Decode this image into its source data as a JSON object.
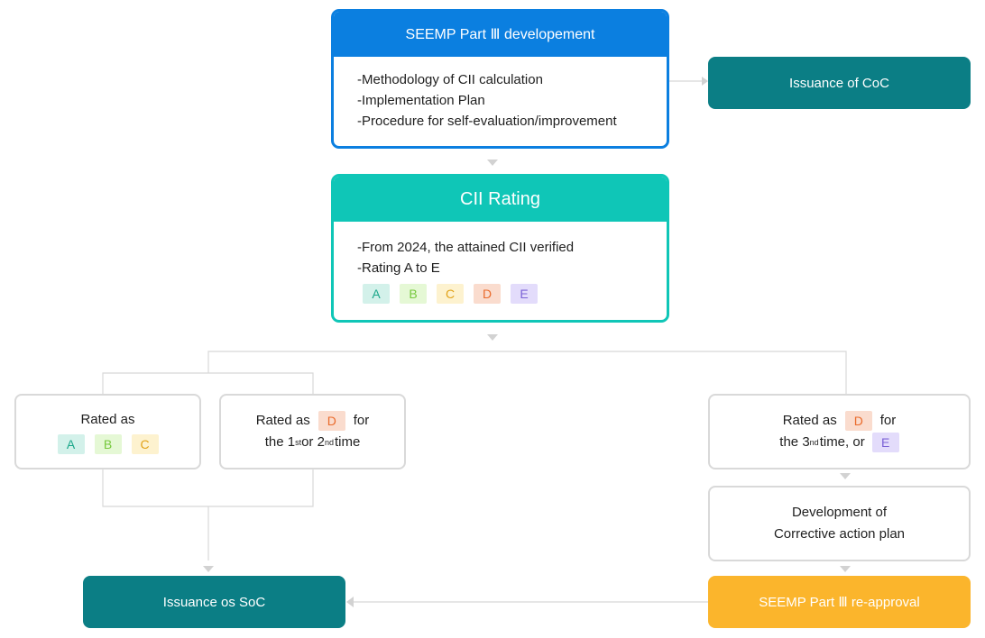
{
  "colors": {
    "blue": "#0b7fe0",
    "teal": "#0fc6b7",
    "dark_teal": "#0b7e85",
    "amber": "#fbb52c",
    "connector": "#d8d8d8"
  },
  "seemp_dev": {
    "title": "SEEMP Part Ⅲ developement",
    "items": [
      "-Methodology of CII calculation",
      "-Implementation Plan",
      "-Procedure for self-evaluation/improvement"
    ]
  },
  "coc": {
    "label": "Issuance of CoC"
  },
  "cii": {
    "title": "CII Rating",
    "items": [
      "-From 2024, the attained CII verified",
      "-Rating A to E"
    ],
    "grades": [
      "A",
      "B",
      "C",
      "D",
      "E"
    ]
  },
  "rated_abc": {
    "text": "Rated as",
    "grades": [
      "A",
      "B",
      "C"
    ]
  },
  "rated_d": {
    "pre": "Rated as",
    "grade": "D",
    "post": "for",
    "line2_a": "the 1",
    "sup1": "st",
    "line2_b": " or 2",
    "sup2": "nd",
    "line2_c": "time"
  },
  "rated_de": {
    "pre": "Rated as",
    "grade": "D",
    "post": "for",
    "line2_a": "the 3",
    "sup1": "nd",
    "line2_b": "time, or",
    "grade2": "E"
  },
  "corrective": {
    "line1": "Development of",
    "line2": "Corrective action plan"
  },
  "soc": {
    "label": "Issuance os SoC"
  },
  "reapproval": {
    "label": "SEEMP Part Ⅲ re-approval"
  }
}
